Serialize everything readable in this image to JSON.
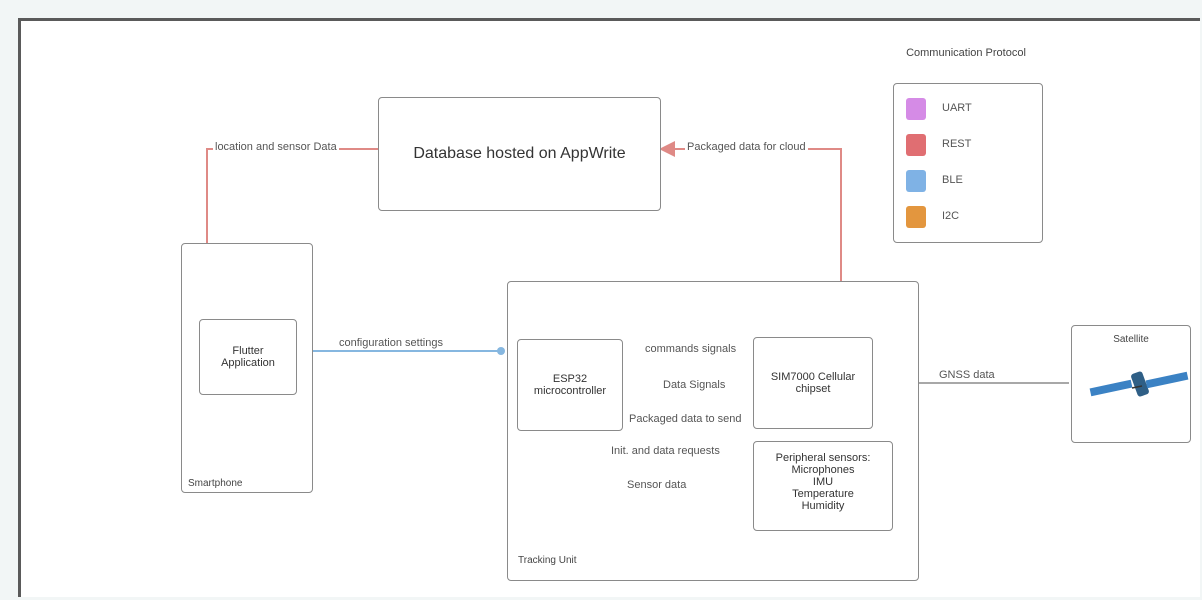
{
  "nodes": {
    "database": "Database hosted on AppWrite",
    "smartphone_label": "Smartphone",
    "flutter_app": "Flutter Application",
    "tracking_unit_label": "Tracking Unit",
    "esp32": "ESP32 microcontroller",
    "sim7000": "SIM7000 Cellular chipset",
    "peripheral": [
      "Peripheral sensors:",
      "Microphones",
      "IMU",
      "Temperature",
      "Humidity"
    ],
    "satellite": "Satellite"
  },
  "edges": {
    "location_sensor": "location and sensor Data",
    "packaged_cloud": "Packaged data for cloud",
    "config": "configuration settings",
    "commands": "commands signals",
    "data_signals": "Data Signals",
    "packaged_send": "Packaged data to send",
    "init_requests": "Init. and data requests",
    "sensor_data": "Sensor data",
    "gnss": "GNSS data"
  },
  "legend": {
    "title": "Communication Protocol",
    "items": [
      {
        "label": "UART",
        "color": "#d58be6"
      },
      {
        "label": "REST",
        "color": "#e06e72"
      },
      {
        "label": "BLE",
        "color": "#7fb2e5"
      },
      {
        "label": "I2C",
        "color": "#e3963e"
      }
    ]
  },
  "colors": {
    "uart": "#c57fd8",
    "rest": "#df8a86",
    "ble": "#86b7e0",
    "i2c": "#e6a14a",
    "gnss": "#8b8b8b"
  }
}
